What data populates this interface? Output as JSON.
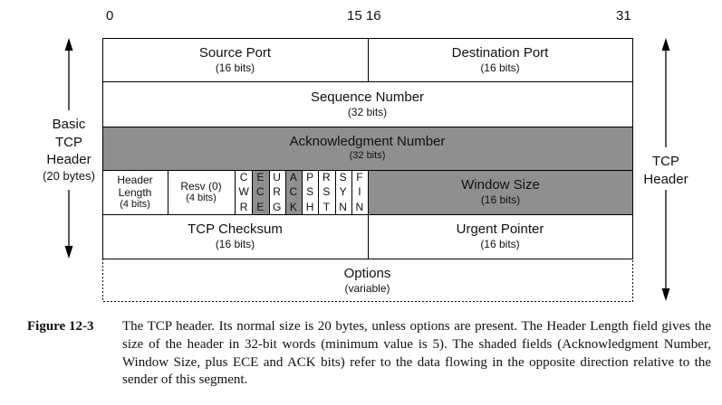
{
  "bit_labels": {
    "b0": "0",
    "b15_16": "15 16",
    "b31": "31"
  },
  "fields": {
    "source_port": {
      "name": "Source Port",
      "size": "(16 bits)"
    },
    "destination_port": {
      "name": "Destination Port",
      "size": "(16 bits)"
    },
    "sequence_number": {
      "name": "Sequence Number",
      "size": "(32 bits)"
    },
    "acknowledgment_number": {
      "name": "Acknowledgment Number",
      "size": "(32 bits)"
    },
    "header_length": {
      "l1": "Header",
      "l2": "Length",
      "size": "(4 bits)"
    },
    "reserved": {
      "name": "Resv (0)",
      "size": "(4 bits)"
    },
    "flags": [
      {
        "letters": [
          "C",
          "W",
          "R"
        ],
        "shaded": false
      },
      {
        "letters": [
          "E",
          "C",
          "E"
        ],
        "shaded": true
      },
      {
        "letters": [
          "U",
          "R",
          "G"
        ],
        "shaded": false
      },
      {
        "letters": [
          "A",
          "C",
          "K"
        ],
        "shaded": true
      },
      {
        "letters": [
          "P",
          "S",
          "H"
        ],
        "shaded": false
      },
      {
        "letters": [
          "R",
          "S",
          "T"
        ],
        "shaded": false
      },
      {
        "letters": [
          "S",
          "Y",
          "N"
        ],
        "shaded": false
      },
      {
        "letters": [
          "F",
          "I",
          "N"
        ],
        "shaded": false
      }
    ],
    "window_size": {
      "name": "Window Size",
      "size": "(16 bits)"
    },
    "tcp_checksum": {
      "name": "TCP Checksum",
      "size": "(16 bits)"
    },
    "urgent_pointer": {
      "name": "Urgent Pointer",
      "size": "(16 bits)"
    },
    "options": {
      "name": "Options",
      "size": "(variable)"
    }
  },
  "left_label": {
    "l1": "Basic",
    "l2": "TCP",
    "l3": "Header",
    "l4": "(20 bytes)"
  },
  "right_label": {
    "l1": "TCP",
    "l2": "Header"
  },
  "caption": {
    "label": "Figure 12-3",
    "text": "The TCP header. Its normal size is 20 bytes, unless options are present. The Header Length field gives the size of the header in 32-bit words (minimum value is 5). The shaded fields (Acknowledgment Number, Window Size, plus ECE and ACK bits) refer to the data flowing in the opposite direction relative to the sender of this segment."
  },
  "colors": {
    "shade": "#8f8f8f",
    "line": "#000000"
  }
}
